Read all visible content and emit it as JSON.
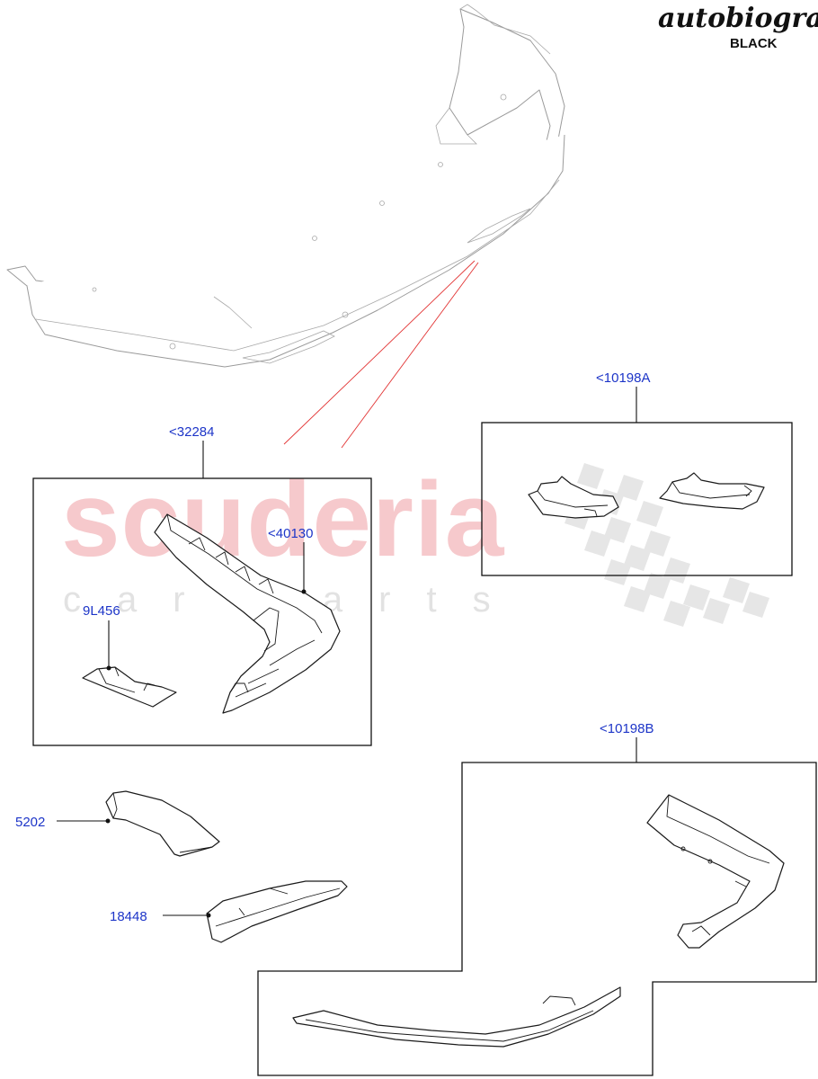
{
  "header": {
    "brand_script": "autobiography",
    "trim_label": "BLACK"
  },
  "watermark": {
    "main": "scuderia",
    "sub": "car parts"
  },
  "callouts": [
    {
      "id": "c-32284",
      "label": "<32284"
    },
    {
      "id": "c-40130",
      "label": "<40130"
    },
    {
      "id": "c-9l456",
      "label": "9L456"
    },
    {
      "id": "c-10198a",
      "label": "<10198A"
    },
    {
      "id": "c-10198b",
      "label": "<10198B"
    },
    {
      "id": "c-5202",
      "label": "5202"
    },
    {
      "id": "c-18448",
      "label": "18448"
    }
  ],
  "colors": {
    "callout_text": "#1d35c8",
    "watermark": "#f6c9cc",
    "highlight_line": "#e23434"
  }
}
